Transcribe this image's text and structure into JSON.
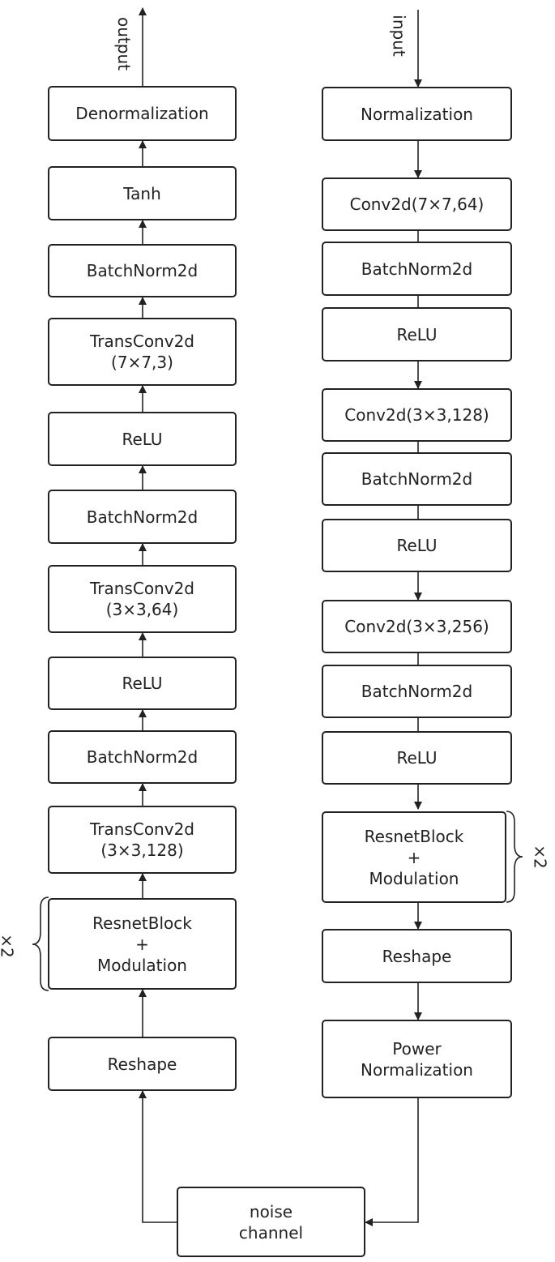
{
  "decoder": {
    "output_label": "output",
    "denorm": "Denormalization",
    "tanh": "Tanh",
    "bn1": "BatchNorm2d",
    "tconv1_l1": "TransConv2d",
    "tconv1_l2": "(7×7,3)",
    "relu1": "ReLU",
    "bn2": "BatchNorm2d",
    "tconv2_l1": "TransConv2d",
    "tconv2_l2": "(3×3,64)",
    "relu2": "ReLU",
    "bn3": "BatchNorm2d",
    "tconv3_l1": "TransConv2d",
    "tconv3_l2": "(3×3,128)",
    "resnet_l1": "ResnetBlock",
    "resnet_l2": "+",
    "resnet_l3": "Modulation",
    "repeat": "×2",
    "reshape": "Reshape"
  },
  "encoder": {
    "input_label": "input",
    "norm": "Normalization",
    "conv1": "Conv2d(7×7,64)",
    "bn1": "BatchNorm2d",
    "relu1": "ReLU",
    "conv2": "Conv2d(3×3,128)",
    "bn2": "BatchNorm2d",
    "relu2": "ReLU",
    "conv3": "Conv2d(3×3,256)",
    "bn3": "BatchNorm2d",
    "relu3": "ReLU",
    "resnet_l1": "ResnetBlock",
    "resnet_l2": "+",
    "resnet_l3": "Modulation",
    "repeat": "×2",
    "reshape": "Reshape",
    "power_l1": "Power",
    "power_l2": "Normalization"
  },
  "channel": {
    "l1": "noise",
    "l2": "channel"
  }
}
